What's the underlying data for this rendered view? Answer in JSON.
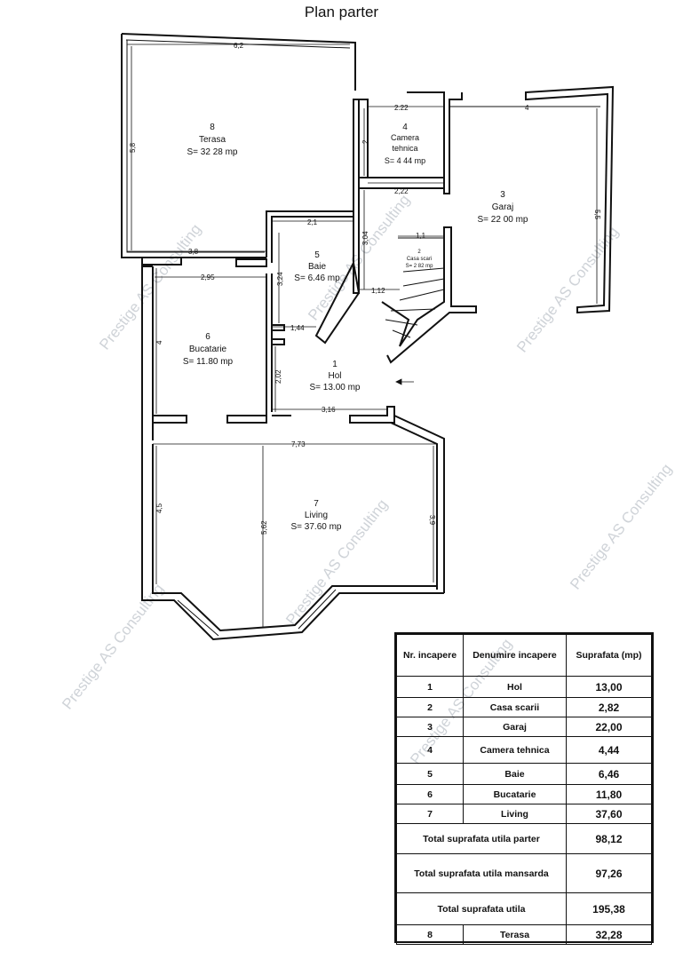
{
  "title": "Plan parter",
  "watermark": "Prestige AS Consulting",
  "rooms": [
    {
      "num": "8",
      "name": "Terasa",
      "area": "S= 32 28 mp"
    },
    {
      "num": "4",
      "name": "Camera",
      "name2": "tehnica",
      "area": "S= 4 44 mp"
    },
    {
      "num": "3",
      "name": "Garaj",
      "area": "S= 22 00 mp"
    },
    {
      "num": "5",
      "name": "Baie",
      "area": "S= 6.46 mp"
    },
    {
      "num": "2",
      "name": "Casa scari",
      "area": "S= 2 82 mp"
    },
    {
      "num": "6",
      "name": "Bucatarie",
      "area": "S= 11.80 mp"
    },
    {
      "num": "1",
      "name": "Hol",
      "area": "S= 13.00 mp"
    },
    {
      "num": "7",
      "name": "Living",
      "area": "S= 37.60 mp"
    }
  ],
  "dimensions": [
    "6,2",
    "5,8",
    "3,8",
    "2.22",
    "4",
    "2",
    "2,22",
    "5,5",
    "2,1",
    "3,04",
    "1,1",
    "3,24",
    "1,12",
    "2,95",
    "4",
    "1,44",
    "2,02",
    "3,16",
    "7,73",
    "4,5",
    "5,62",
    "3,9"
  ],
  "table": {
    "headers": [
      "Nr. incapere",
      "Denumire incapere",
      "Suprafata (mp)"
    ],
    "rows": [
      {
        "nr": "1",
        "name": "Hol",
        "area": "13,00"
      },
      {
        "nr": "2",
        "name": "Casa scarii",
        "area": "2,82"
      },
      {
        "nr": "3",
        "name": "Garaj",
        "area": "22,00"
      },
      {
        "nr": "4",
        "name": "Camera tehnica",
        "area": "4,44"
      },
      {
        "nr": "5",
        "name": "Baie",
        "area": "6,46"
      },
      {
        "nr": "6",
        "name": "Bucatarie",
        "area": "11,80"
      },
      {
        "nr": "7",
        "name": "Living",
        "area": "37,60"
      }
    ],
    "totals": [
      {
        "label": "Total suprafata utila parter",
        "area": "98,12"
      },
      {
        "label": "Total suprafata utila mansarda",
        "area": "97,26"
      },
      {
        "label": "Total suprafata utila",
        "area": "195,38"
      }
    ],
    "last_row": {
      "nr": "8",
      "name": "Terasa",
      "area": "32,28"
    }
  }
}
